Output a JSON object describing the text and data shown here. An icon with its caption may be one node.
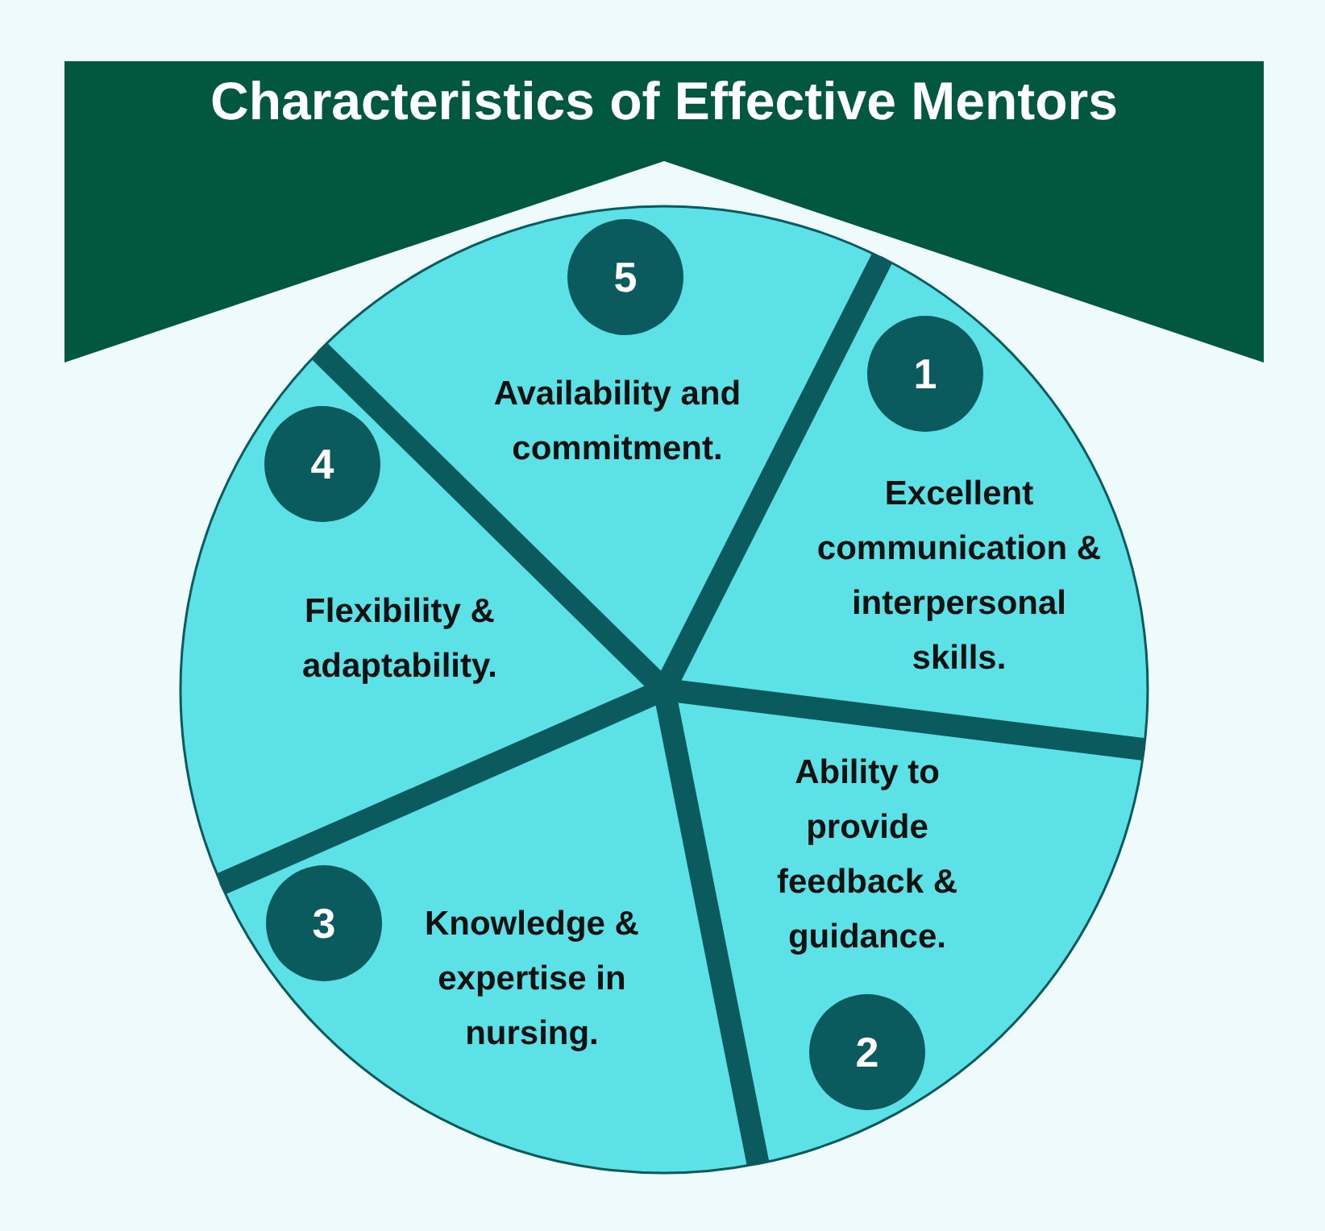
{
  "diagram": {
    "title": "Characteristics of Effective Mentors",
    "nodes": [
      {
        "text": [
          "Excellent communication & interpersonal skills."
        ]
      },
      {
        "text": [
          "1"
        ],
        "in": 0
      },
      {
        "text": [
          "Ability to provide feedback & guidance."
        ]
      },
      {
        "text": [
          "2"
        ],
        "in": 2
      },
      {
        "text": [
          "Knowledge & expertise in nursing."
        ]
      },
      {
        "text": [
          "3"
        ],
        "in": 4
      },
      {
        "text": [
          "Flexibility & adaptability."
        ]
      },
      {
        "text": [
          "4"
        ],
        "in": 6
      },
      {
        "text": [
          "Availability and commitment."
        ]
      },
      {
        "text": [
          "5"
        ],
        "in": 8
      }
    ],
    "edges": []
  }
}
